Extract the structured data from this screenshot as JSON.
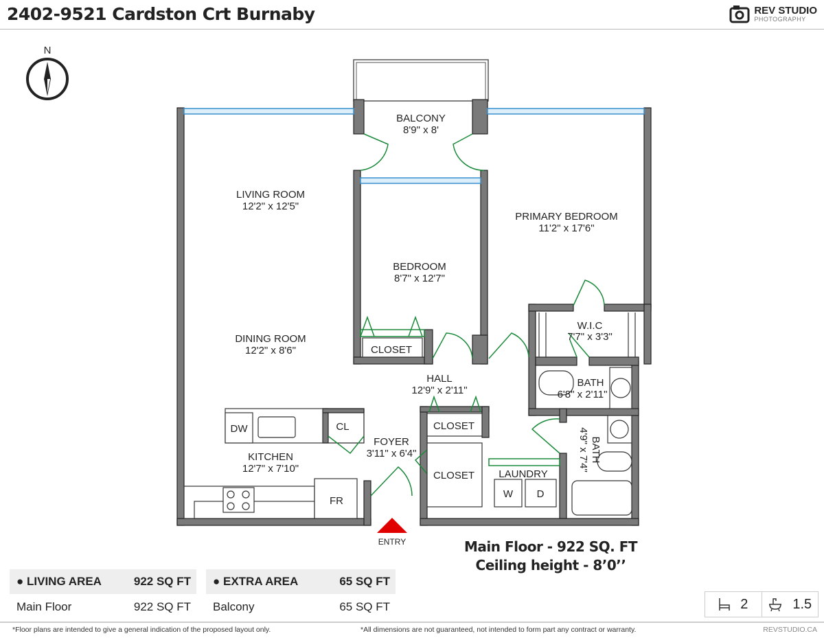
{
  "header": {
    "title": "2402-9521 Cardston Crt Burnaby",
    "logo_line1": "REV STUDIO",
    "logo_line2": "PHOTOGRAPHY"
  },
  "compass": {
    "label": "N"
  },
  "rooms": {
    "balcony": {
      "name": "BALCONY",
      "dims": "8'9\" x 8'"
    },
    "living": {
      "name": "LIVING ROOM",
      "dims": "12'2\" x 12'5\""
    },
    "bedroom": {
      "name": "BEDROOM",
      "dims": "8'7\" x 12'7\""
    },
    "primary": {
      "name": "PRIMARY BEDROOM",
      "dims": "11'2\" x 17'6\""
    },
    "dining": {
      "name": "DINING ROOM",
      "dims": "12'2\" x 8'6\""
    },
    "wic": {
      "name": "W.I.C",
      "dims": "7'7\" x 3'3\""
    },
    "hall": {
      "name": "HALL",
      "dims": "12'9\" x 2'11\""
    },
    "bath1": {
      "name": "BATH",
      "dims": "6'8\" x 2'11\""
    },
    "bath2": {
      "name": "BATH",
      "dims": "4'9\" x 7'4\""
    },
    "foyer": {
      "name": "FOYER",
      "dims": "3'11\" x 6'4\""
    },
    "kitchen": {
      "name": "KITCHEN",
      "dims": "12'7\" x 7'10\""
    },
    "laundry": {
      "name": "LAUNDRY"
    },
    "closet_bed": "CLOSET",
    "closet_hall": "CLOSET",
    "closet_foyer": "CLOSET",
    "cl": "CL",
    "dw": "DW",
    "fr": "FR",
    "washer": "W",
    "dryer": "D"
  },
  "entry": "ENTRY",
  "summary": {
    "line1": "Main Floor - 922 SQ. FT",
    "line2": "Ceiling height - 8’0’’"
  },
  "living_area": {
    "header": "LIVING AREA",
    "total": "922 SQ FT",
    "rows": [
      {
        "label": "Main Floor",
        "value": "922 SQ FT"
      }
    ]
  },
  "extra_area": {
    "header": "EXTRA AREA",
    "total": "65 SQ FT",
    "rows": [
      {
        "label": "Balcony",
        "value": "65 SQ FT"
      }
    ]
  },
  "counts": {
    "bedrooms": "2",
    "bathrooms": "1.5"
  },
  "footer": {
    "left": "*Floor plans are intended to give a general indication of the proposed layout only.",
    "center": "*All dimensions are not guaranteed, not intended to form part any contract or warranty.",
    "right": "REVSTUDIO.CA"
  },
  "colors": {
    "wall": "#7a7a7a",
    "window": "#3a8fd0",
    "door": "#1a8a3a",
    "entry": "#e00000"
  }
}
